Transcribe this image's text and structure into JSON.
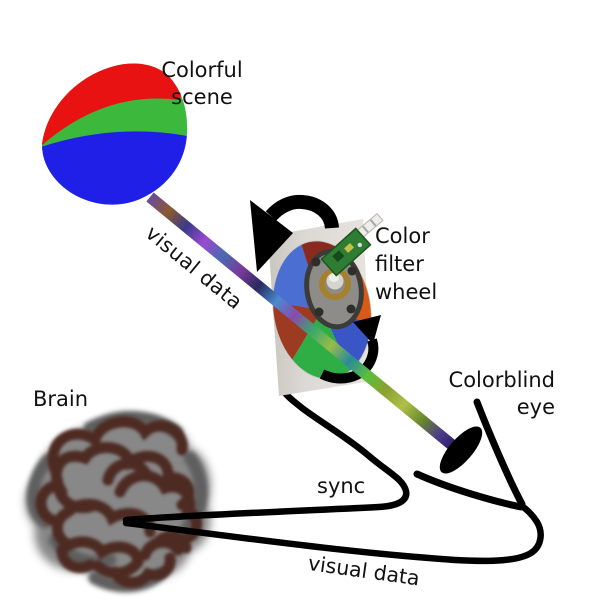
{
  "labels": {
    "colorful_scene": "Colorful\nscene",
    "color_filter_wheel": "Color\nfilter\nwheel",
    "colorblind_eye": "Colorblind\neye",
    "brain": "Brain",
    "sync": "sync",
    "visual_data_diagonal": "visual data",
    "visual_data_bottom": "visual data"
  },
  "colors": {
    "scene_red": "#e81212",
    "scene_green": "#3cb83c",
    "scene_blue": "#1f1fe8",
    "wheel_blue_top": "#4a6ed2",
    "wheel_red_top": "#8a2a1e",
    "wheel_orange": "#d85a16",
    "wheel_blue_bottom": "#3a56c6",
    "wheel_green": "#2fae46",
    "wheel_maroon": "#9c3a22",
    "card_gray": "#d9d6d1",
    "pcb_green": "#2f7d33",
    "hub_gray": "#8e8c88",
    "brass": "#a5802e",
    "brain_stroke": "#4e2b24",
    "brain_shadow": "#737373",
    "line_black": "#000000"
  },
  "stripe_palette": [
    "#6a4a9a",
    "#8a5a30",
    "#3a3a8a",
    "#9a4ad0",
    "#4a6ab0",
    "#7a3a9a",
    "#2a2a60",
    "#4a8ad0",
    "#8a4aaa",
    "#3aaa6a",
    "#9aba4a",
    "#2a8a9a",
    "#5abf3a",
    "#8aa030",
    "#b0bf4a",
    "#6a8a2a",
    "#4a3a8a"
  ]
}
